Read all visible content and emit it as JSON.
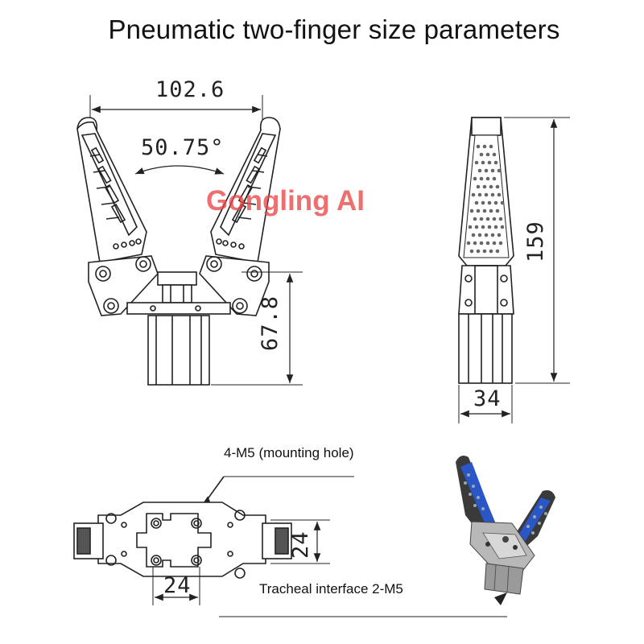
{
  "title": "Pneumatic two-finger size parameters",
  "watermark": "Gongling AI",
  "dimensions": {
    "width_open": "102.6",
    "angle": "50.75°",
    "base_height": "67.8",
    "total_height": "159",
    "side_width": "34",
    "bottom_width": "24",
    "bottom_height": "24"
  },
  "notes": {
    "mounting": "4-M5 (mounting hole)",
    "interface": "Tracheal interface 2-M5"
  },
  "colors": {
    "line": "#222222",
    "watermark": "#e84646",
    "photo_finger": "#2a56c8"
  }
}
